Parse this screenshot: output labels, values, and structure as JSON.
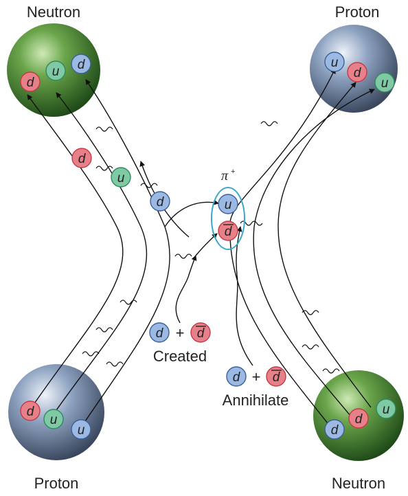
{
  "labels": {
    "neutron_top": "Neutron",
    "proton_top": "Proton",
    "proton_bottom": "Proton",
    "neutron_bottom": "Neutron",
    "created": "Created",
    "annihilate": "Annihilate",
    "pion": "π",
    "pion_charge": "+"
  },
  "quarks": {
    "d": "d",
    "u": "u",
    "dbar": "d",
    "plus": "+"
  },
  "colors": {
    "neutron": "#3d7a2a",
    "proton": "#6f87a8",
    "down_quark": "#e8808a",
    "up_quark_green": "#7fc9a4",
    "up_quark_blue": "#9cb9e4",
    "pion_ring": "#3aa7c9"
  }
}
